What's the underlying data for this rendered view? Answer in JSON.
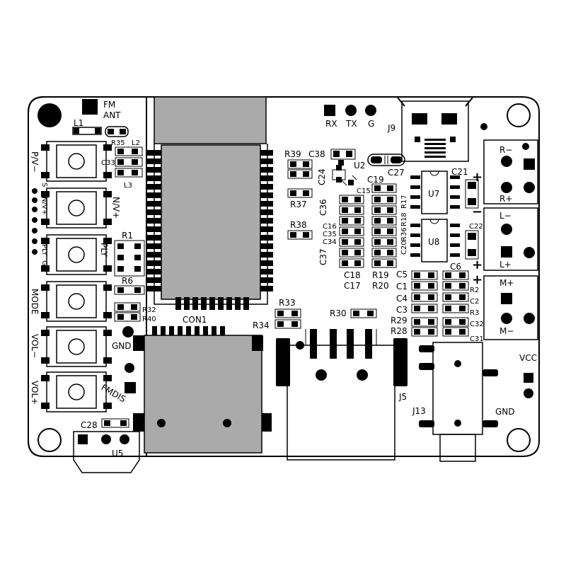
{
  "board": {
    "colors": {
      "outline": "#000000",
      "pad": "#000000",
      "module": "#aaaaaa",
      "silk": "#000000",
      "board": "#ffffff"
    },
    "labels": {
      "fm": "FM",
      "ant": "ANT",
      "l1": "L1",
      "r35": "R35",
      "l2": "L2",
      "c33": "C33",
      "l3": "L3",
      "r1": "R1",
      "r6": "R6",
      "r32": "R32",
      "r40": "R40",
      "con1": "CON1",
      "gnd_left": "GND",
      "fmdis": "FMDIS",
      "c28": "C28",
      "u5": "U5",
      "rx": "RX",
      "tx": "TX",
      "g_top": "G",
      "j9": "J9",
      "r39": "R39",
      "c38": "C38",
      "c24": "C24",
      "u2": "U2",
      "c27": "C27",
      "c21": "C21",
      "r37": "R37",
      "c19": "C19",
      "c15": "C15",
      "r17": "R17",
      "r18": "R18",
      "u7": "U7",
      "c36": "C36",
      "r38": "R38",
      "c16": "C16",
      "c35": "C35",
      "c34": "C34",
      "c37": "C37",
      "c20": "C20",
      "r36": "R36",
      "u8": "U8",
      "c22": "C22",
      "c18": "C18",
      "c17": "C17",
      "r19": "R19",
      "r20": "R20",
      "c5": "C5",
      "c1": "C1",
      "c4": "C4",
      "c3": "C3",
      "c6": "C6",
      "r2": "R2",
      "c2": "C2",
      "r3": "R3",
      "c32": "C32",
      "c31": "C31",
      "r29": "R29",
      "r28": "R28",
      "r33": "R33",
      "r34": "R34",
      "r30": "R30",
      "j5": "J5",
      "j13": "J13",
      "gnd_right": "GND",
      "vcc": "VCC",
      "r_minus": "R−",
      "r_plus": "R+",
      "l_minus": "L−",
      "l_plus": "L+",
      "m_plus": "M+",
      "m_minus": "M−",
      "plus": "+",
      "minus": "−"
    },
    "buttons": [
      "P/V−",
      "N/V+",
      "PLY",
      "MODE",
      "VOL−",
      "VOL+"
    ],
    "header_pins": [
      "S",
      "N/V+",
      "PLY",
      "G"
    ]
  }
}
